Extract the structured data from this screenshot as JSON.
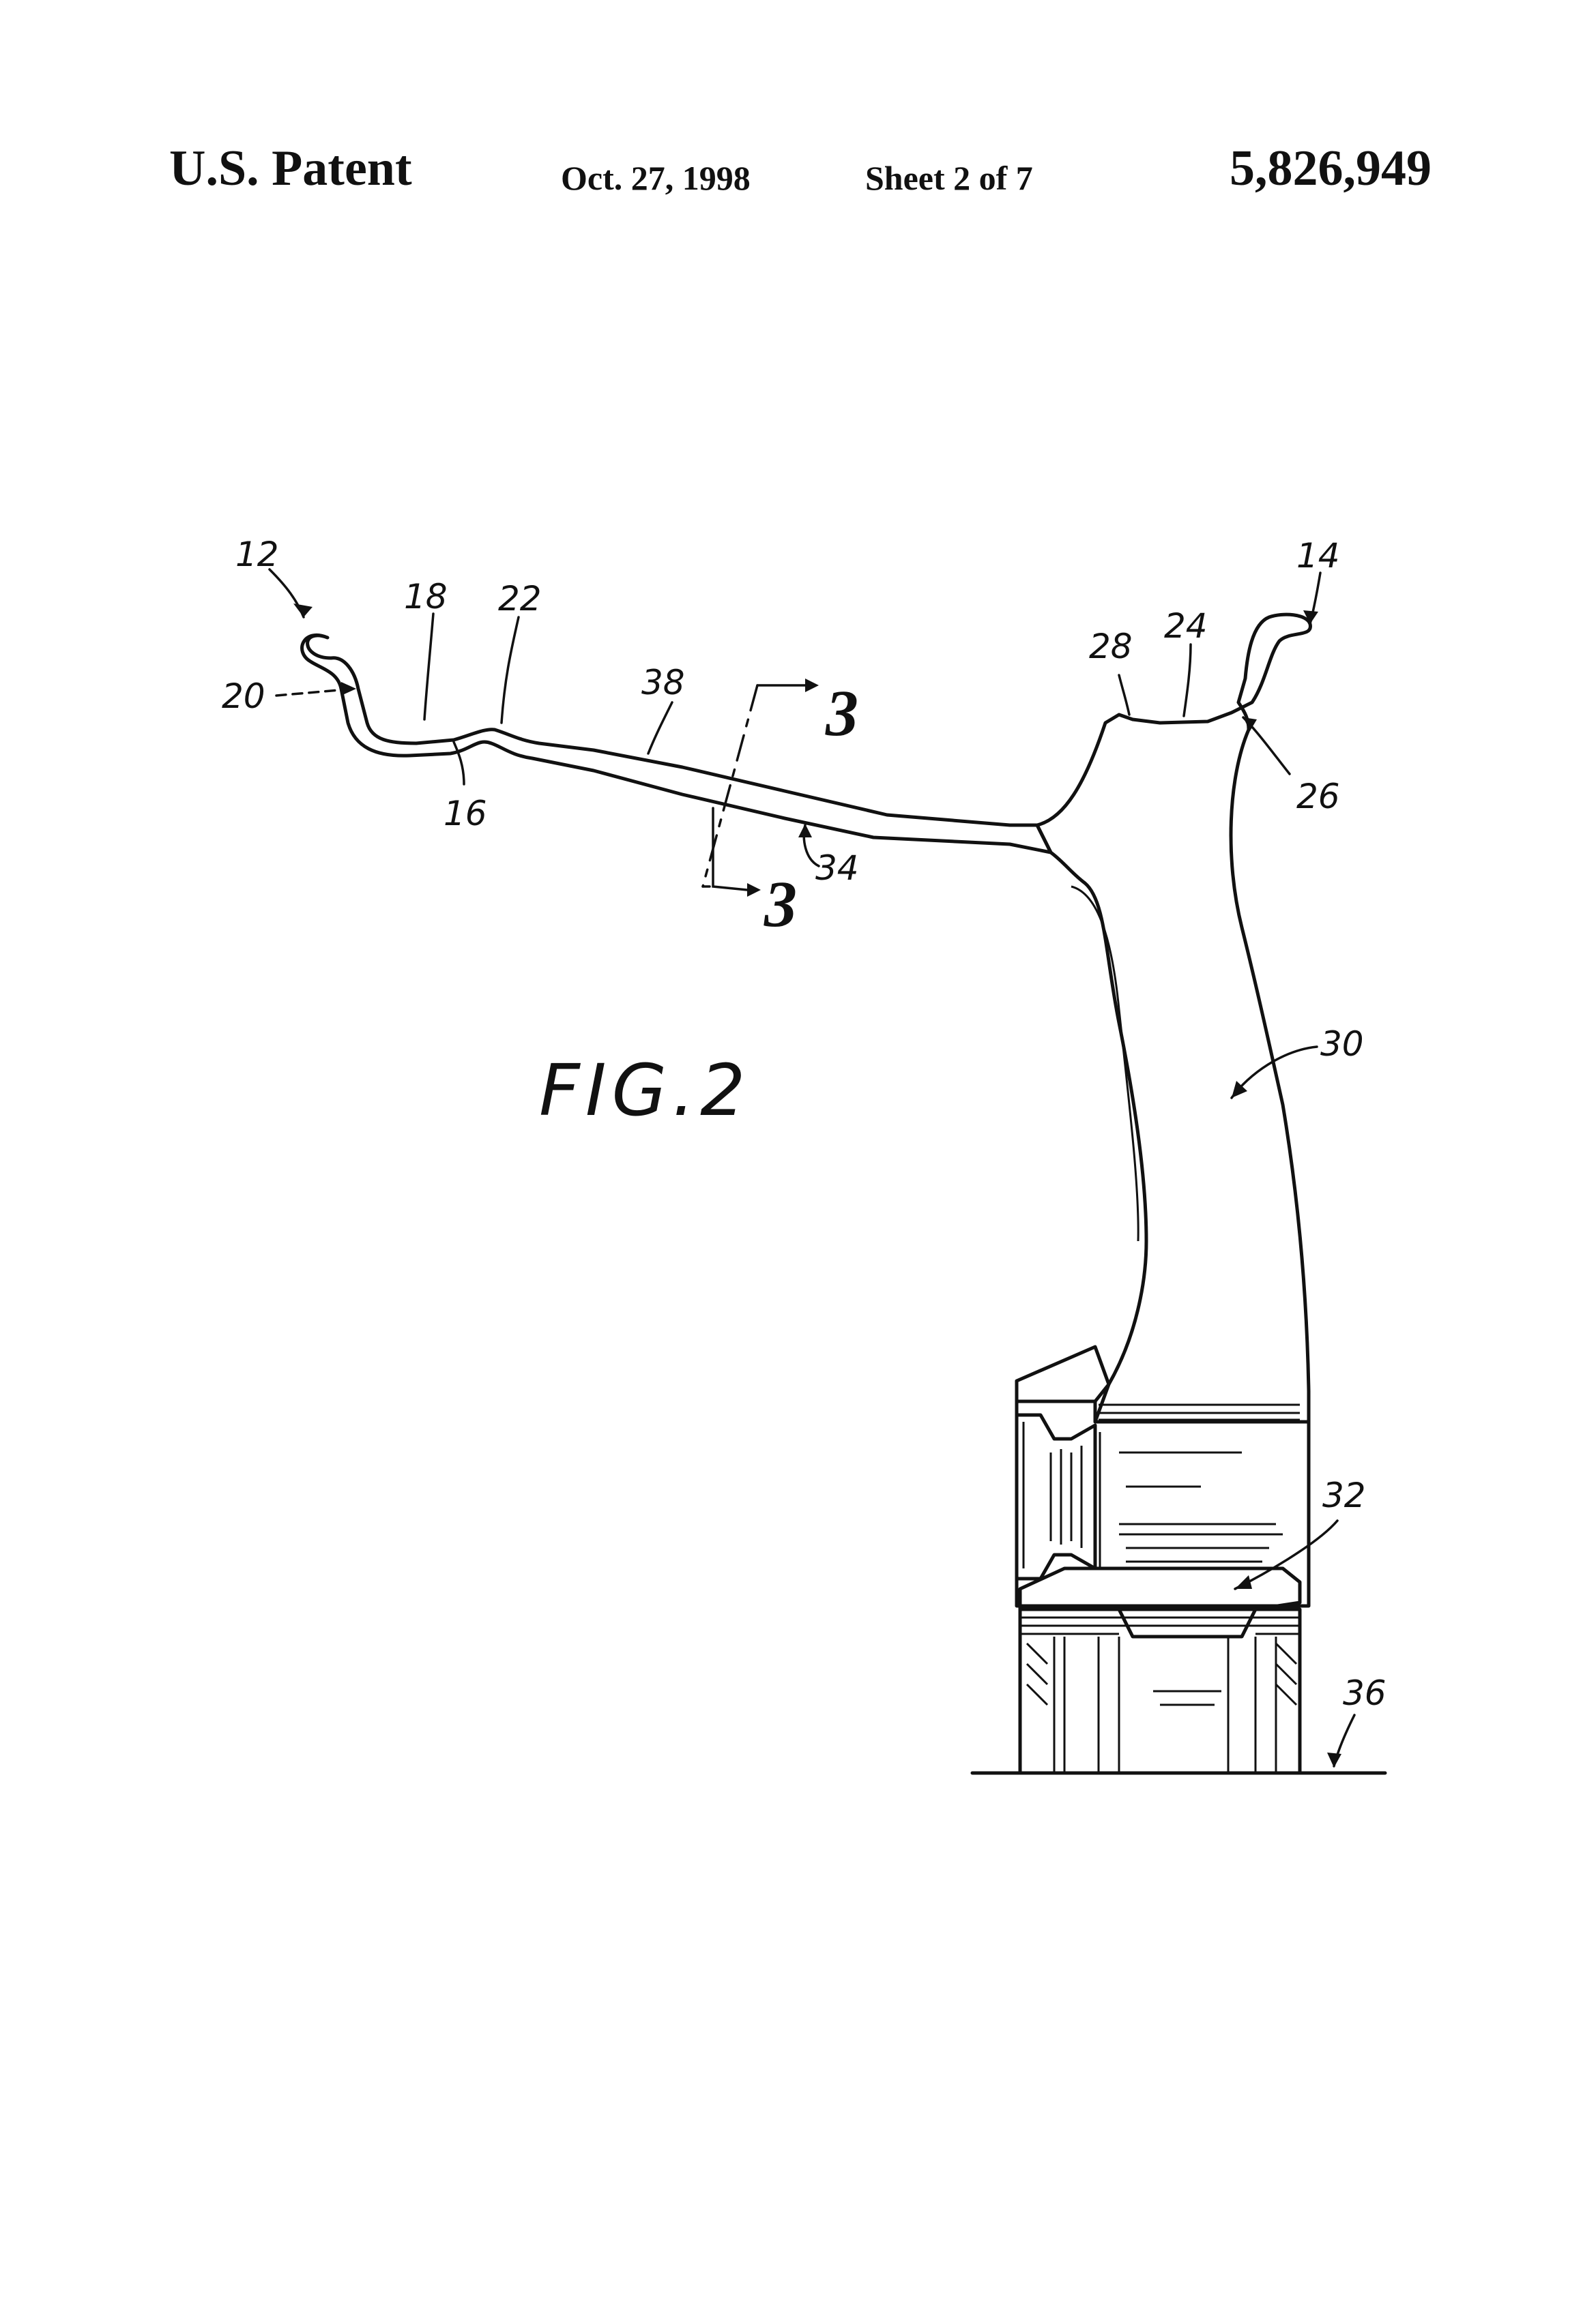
{
  "header": {
    "title": "U.S. Patent",
    "date": "Oct. 27, 1998",
    "sheet": "Sheet 2 of 7",
    "patent_number": "5,826,949"
  },
  "figure": {
    "caption": "FIG.2",
    "section_marks": [
      "3",
      "3"
    ],
    "reference_numerals": [
      "12",
      "14",
      "16",
      "18",
      "20",
      "22",
      "24",
      "26",
      "28",
      "30",
      "32",
      "34",
      "36",
      "38"
    ]
  }
}
